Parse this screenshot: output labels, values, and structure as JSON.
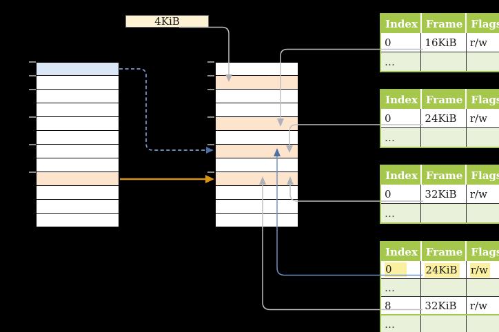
{
  "page_size_label": {
    "text": "4KiB"
  },
  "memory_columns": {
    "left": {
      "rows": [
        "blue",
        "white",
        "white",
        "white",
        "white",
        "white",
        "white",
        "white",
        "peach",
        "white",
        "white",
        "white"
      ]
    },
    "middle": {
      "rows": [
        "white",
        "peach",
        "white",
        "white",
        "peach",
        "white",
        "peach",
        "white",
        "peach",
        "white",
        "white",
        "white"
      ]
    }
  },
  "axis_ticks": {
    "ys": [
      90,
      110,
      130,
      170,
      210,
      250
    ]
  },
  "page_tables": [
    {
      "name": "page-table-frame-16kib",
      "headers": [
        "Index",
        "Frame",
        "Flags"
      ],
      "rows": [
        [
          "0",
          "16KiB",
          "r/w"
        ],
        [
          "…",
          "",
          ""
        ]
      ]
    },
    {
      "name": "page-table-frame-24kib",
      "headers": [
        "Index",
        "Frame",
        "Flags"
      ],
      "rows": [
        [
          "0",
          "24KiB",
          "r/w"
        ],
        [
          "…",
          "",
          ""
        ]
      ]
    },
    {
      "name": "page-table-frame-32kib",
      "headers": [
        "Index",
        "Frame",
        "Flags"
      ],
      "rows": [
        [
          "0",
          "32KiB",
          "r/w"
        ],
        [
          "…",
          "",
          ""
        ]
      ]
    },
    {
      "name": "level2-page-table",
      "headers": [
        "Index",
        "Frame",
        "Flags"
      ],
      "rows": [
        [
          "0",
          "24KiB",
          "r/w"
        ],
        [
          "…",
          "",
          ""
        ],
        [
          "8",
          "32KiB",
          "r/w"
        ],
        [
          "…",
          "",
          ""
        ]
      ],
      "highlight_row": 0
    }
  ],
  "colors": {
    "green": "#a4c74c",
    "table-alt": "#e9f1da",
    "table-text": "#1a1a1a",
    "cell-border": "#2e2e2e",
    "yellow-hl": "#fbf0a0",
    "peach-row": "#fde5cd",
    "blue-row": "#dbe6f7",
    "cream": "#fdf3d4",
    "grey-line": "#c0c0c3",
    "grey-head": "#aeb1b8",
    "blue-line": "#7191c5",
    "blue-dash": "#7d9dd6",
    "blue-head": "#4b70a6",
    "orange": "#d6950f",
    "tick": "#8e8e8e"
  }
}
